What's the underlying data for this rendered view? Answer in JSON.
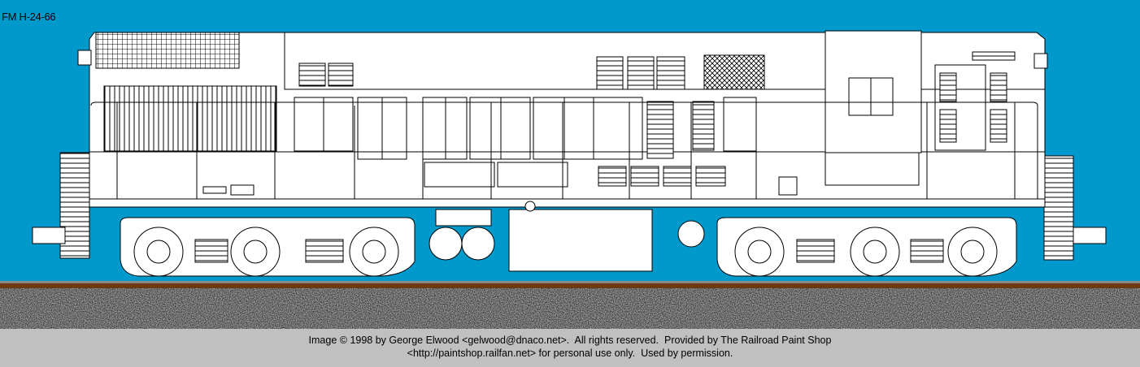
{
  "title": "FM H-24-66",
  "footer": {
    "line1": "Image © 1998 by George Elwood <gelwood@dnaco.net>.  All rights reserved.  Provided by The Railroad Paint Shop",
    "line2": "<http://paintshop.railfan.net> for personal use only.  Used by permission."
  },
  "colors": {
    "background": "#0099cc",
    "body": "#ffffff",
    "rail": "#6b3a10",
    "footer": "#c0c0c0"
  }
}
